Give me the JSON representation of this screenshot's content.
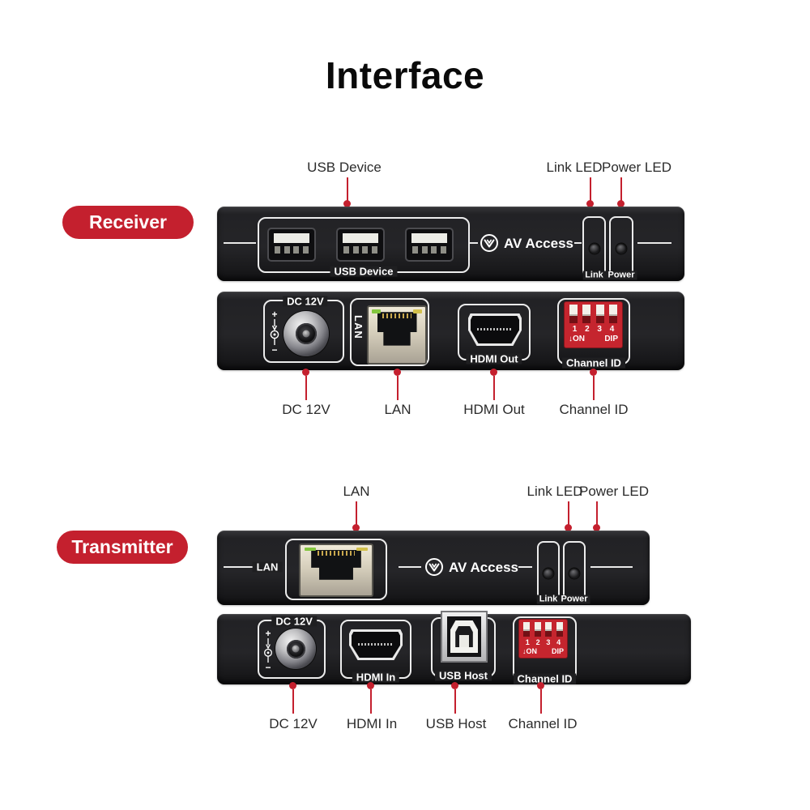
{
  "title": "Interface",
  "colors": {
    "accent": "#c4202e",
    "panel": "#1f1f21"
  },
  "receiver": {
    "badge": "Receiver",
    "callouts_top": [
      "USB Device",
      "Link LED",
      "Power LED"
    ],
    "front": {
      "usb_group_label": "USB Device",
      "logo_text": "AV Access",
      "link_label": "Link",
      "power_label": "Power"
    },
    "back": {
      "dc_label": "DC 12V",
      "lan_label": "LAN",
      "hdmi_label": "HDMI Out",
      "channel_label": "Channel ID",
      "polarity_plus": "+",
      "polarity_minus": "−",
      "dip": {
        "n1": "1",
        "n2": "2",
        "n3": "3",
        "n4": "4",
        "on": "↓ON",
        "dip": "DIP"
      }
    },
    "callouts_bottom": [
      "DC 12V",
      "LAN",
      "HDMI Out",
      "Channel ID"
    ]
  },
  "transmitter": {
    "badge": "Transmitter",
    "callouts_top": [
      "LAN",
      "Link LED",
      "Power LED"
    ],
    "front": {
      "lan_label": "LAN",
      "logo_text": "AV Access",
      "link_label": "Link",
      "power_label": "Power"
    },
    "back": {
      "dc_label": "DC 12V",
      "hdmi_label": "HDMI In",
      "usb_label": "USB Host",
      "channel_label": "Channel ID",
      "polarity_plus": "+",
      "polarity_minus": "−",
      "dip": {
        "n1": "1",
        "n2": "2",
        "n3": "3",
        "n4": "4",
        "on": "↓ON",
        "dip": "DIP"
      }
    },
    "callouts_bottom": [
      "DC 12V",
      "HDMI In",
      "USB Host",
      "Channel ID"
    ]
  }
}
